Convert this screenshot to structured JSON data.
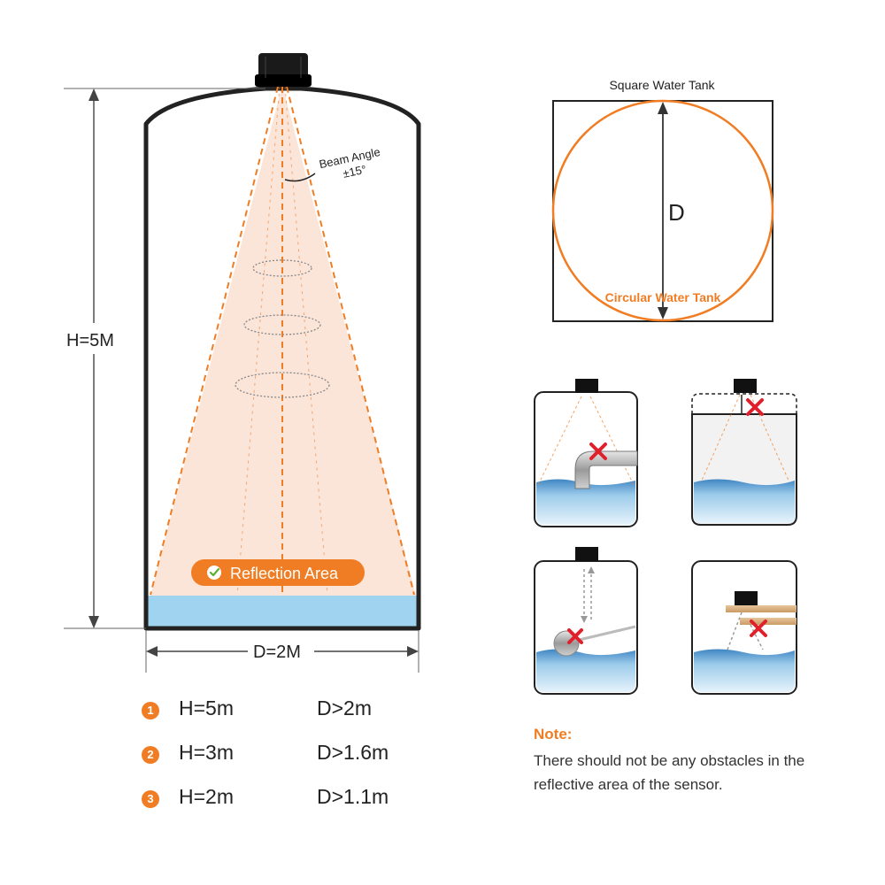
{
  "tank": {
    "beam_label": "Beam Angle",
    "beam_value": "±15°",
    "height_label": "H=5M",
    "diameter_label": "D=2M",
    "reflection_label": "Reflection Area"
  },
  "tank_shapes": {
    "square_label": "Square Water Tank",
    "circular_label": "Circular Water Tank",
    "diameter_symbol": "D"
  },
  "specs": [
    {
      "num": "1",
      "h": "H=5m",
      "d": "D>2m"
    },
    {
      "num": "2",
      "h": "H=3m",
      "d": "D>1.6m"
    },
    {
      "num": "3",
      "h": "H=2m",
      "d": "D>1.1m"
    }
  ],
  "note": {
    "title": "Note:",
    "text": "There should not be any obstacles in the reflective area of the sensor."
  },
  "colors": {
    "accent": "#f07d23",
    "water": "#9fd3ef",
    "beam": "#fbe4d8",
    "outline": "#222222"
  }
}
